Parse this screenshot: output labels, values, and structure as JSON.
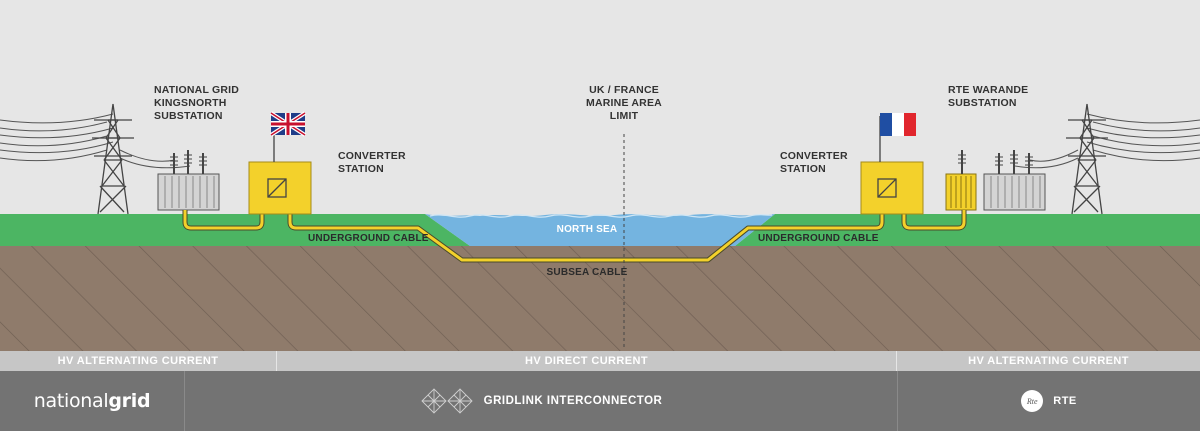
{
  "labels": {
    "left_substation": [
      "NATIONAL GRID",
      "KINGSNORTH",
      "SUBSTATION"
    ],
    "marine_limit": [
      "UK / FRANCE",
      "MARINE AREA",
      "LIMIT"
    ],
    "right_substation": [
      "RTE WARANDE",
      "SUBSTATION"
    ],
    "left_converter": [
      "CONVERTER",
      "STATION"
    ],
    "right_converter": [
      "CONVERTER",
      "STATION"
    ],
    "underground_left": "UNDERGROUND CABLE",
    "underground_right": "UNDERGROUND CABLE",
    "north_sea": "NORTH SEA",
    "subsea_cable": "SUBSEA CABLE"
  },
  "bands": {
    "left": "HV  ALTERNATING CURRENT",
    "middle": "HV DIRECT CURRENT",
    "right": "HV  ALTERNATING CURRENT"
  },
  "footer": {
    "left_logo_light": "national",
    "left_logo_bold": "grid",
    "middle": "GRIDLINK INTERCONNECTOR",
    "right_badge": "Rte",
    "right": "RTE"
  },
  "flags": {
    "left": "uk-flag",
    "right": "france-flag"
  },
  "colors": {
    "sky": "#e6e6e6",
    "grass": "#4cb563",
    "earth": "#8f7b6b",
    "sea": "#74b4e0",
    "converter": "#f3d12b",
    "cable": "#f3d12b",
    "band": "#c6c6c6",
    "footer": "#737373"
  }
}
